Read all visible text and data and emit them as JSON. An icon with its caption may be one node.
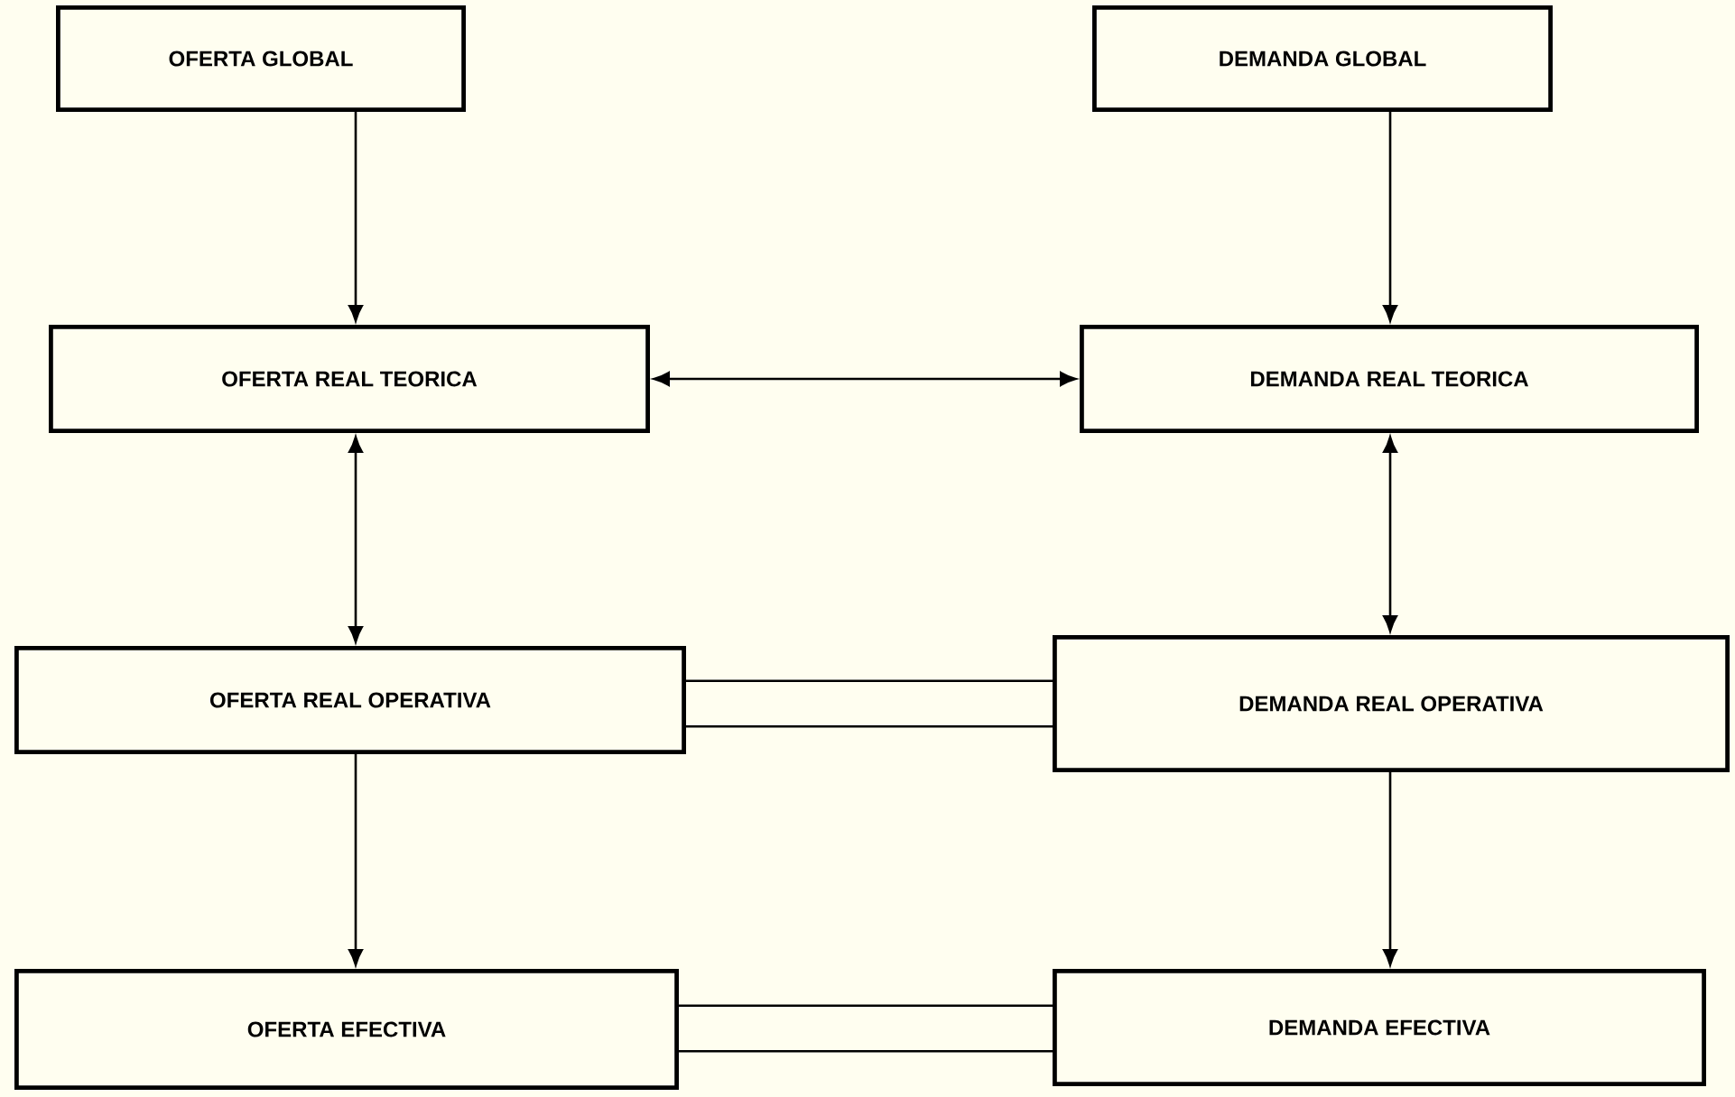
{
  "diagram": {
    "nodes": [
      {
        "text": [
          "OFERTA GLOBAL"
        ]
      },
      {
        "text": [
          "DEMANDA GLOBAL"
        ]
      },
      {
        "text": [
          "OFERTA REAL TEORICA"
        ]
      },
      {
        "text": [
          "DEMANDA REAL TEORICA"
        ]
      },
      {
        "text": [
          "OFERTA REAL OPERATIVA"
        ]
      },
      {
        "text": [
          "DEMANDA REAL OPERATIVA"
        ]
      },
      {
        "text": [
          "OFERTA EFECTIVA"
        ]
      },
      {
        "text": [
          "DEMANDA EFECTIVA"
        ]
      }
    ],
    "edges": [
      {
        "from": 0,
        "to": 2,
        "arrow": "to"
      },
      {
        "from": 1,
        "to": 3,
        "arrow": "to"
      },
      {
        "from": 2,
        "to": 3,
        "arrow": "both"
      },
      {
        "from": 2,
        "to": 4,
        "arrow": "both"
      },
      {
        "from": 3,
        "to": 5,
        "arrow": "both"
      },
      {
        "from": 4,
        "to": 5,
        "arrow": "none",
        "style": "thick"
      },
      {
        "from": 4,
        "to": 6,
        "arrow": "to"
      },
      {
        "from": 5,
        "to": 7,
        "arrow": "to"
      },
      {
        "from": 6,
        "to": 7,
        "arrow": "none",
        "style": "thick"
      }
    ]
  }
}
